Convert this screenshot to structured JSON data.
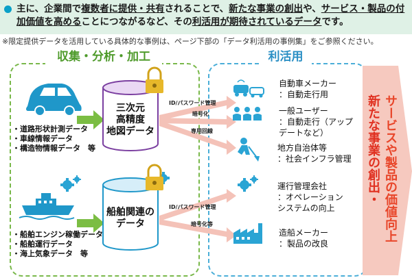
{
  "header": {
    "seg1": "主に、企業間で",
    "seg2": "複数者に提供・共有",
    "seg3": "されることで、",
    "seg4": "新たな事業の創出",
    "seg5": "や、",
    "seg6": "サービス・製品の付加価値を高める",
    "seg7": "ことにつながるなど、その",
    "seg8": "利活用が期待されているデータ",
    "seg9": "です。"
  },
  "note": "※限定提供データを活用している具体的な事例は、ページ下部の「データ利活用の事例集」をご参照ください。",
  "left_section": {
    "title": "収集・分析・加工",
    "sources_top": [
      "・道路形状計測データ",
      "・車線情報データ",
      "・構造物情報データ　等"
    ],
    "sources_bottom": [
      "・船舶エンジン稼働データ",
      "・船舶運行データ",
      "・海上気象データ　等"
    ],
    "db_top": [
      "三次元",
      "高精度",
      "地図データ"
    ],
    "db_bottom": [
      "船舶関連の",
      "データ"
    ]
  },
  "connectors": {
    "top": [
      "ID/パスワード管理",
      "暗号化",
      "専用回線"
    ],
    "bottom": [
      "ID/パスワード管理",
      "暗号化等"
    ]
  },
  "right_section": {
    "title": "利活用",
    "users": [
      [
        "自動車メーカー",
        "：自動走行用"
      ],
      [
        "一般ユーザー",
        "：自動走行（アップ",
        "デートなど）"
      ],
      [
        "地方自治体等",
        "：社会インフラ管理"
      ],
      [
        "運行管理会社",
        "：オペレーション",
        "システムの向上"
      ],
      [
        "造船メーカー",
        "：製品の改良"
      ]
    ]
  },
  "side_text": {
    "col1": "新たな事業の創出・",
    "col2": "サービスや製品の価値向上"
  },
  "colors": {
    "header_bg": "#dff1e6",
    "left_accent": "#79b84a",
    "right_accent": "#4aaed8",
    "arrow_pink": "#f4c2b8",
    "side_red": "#e03020"
  }
}
